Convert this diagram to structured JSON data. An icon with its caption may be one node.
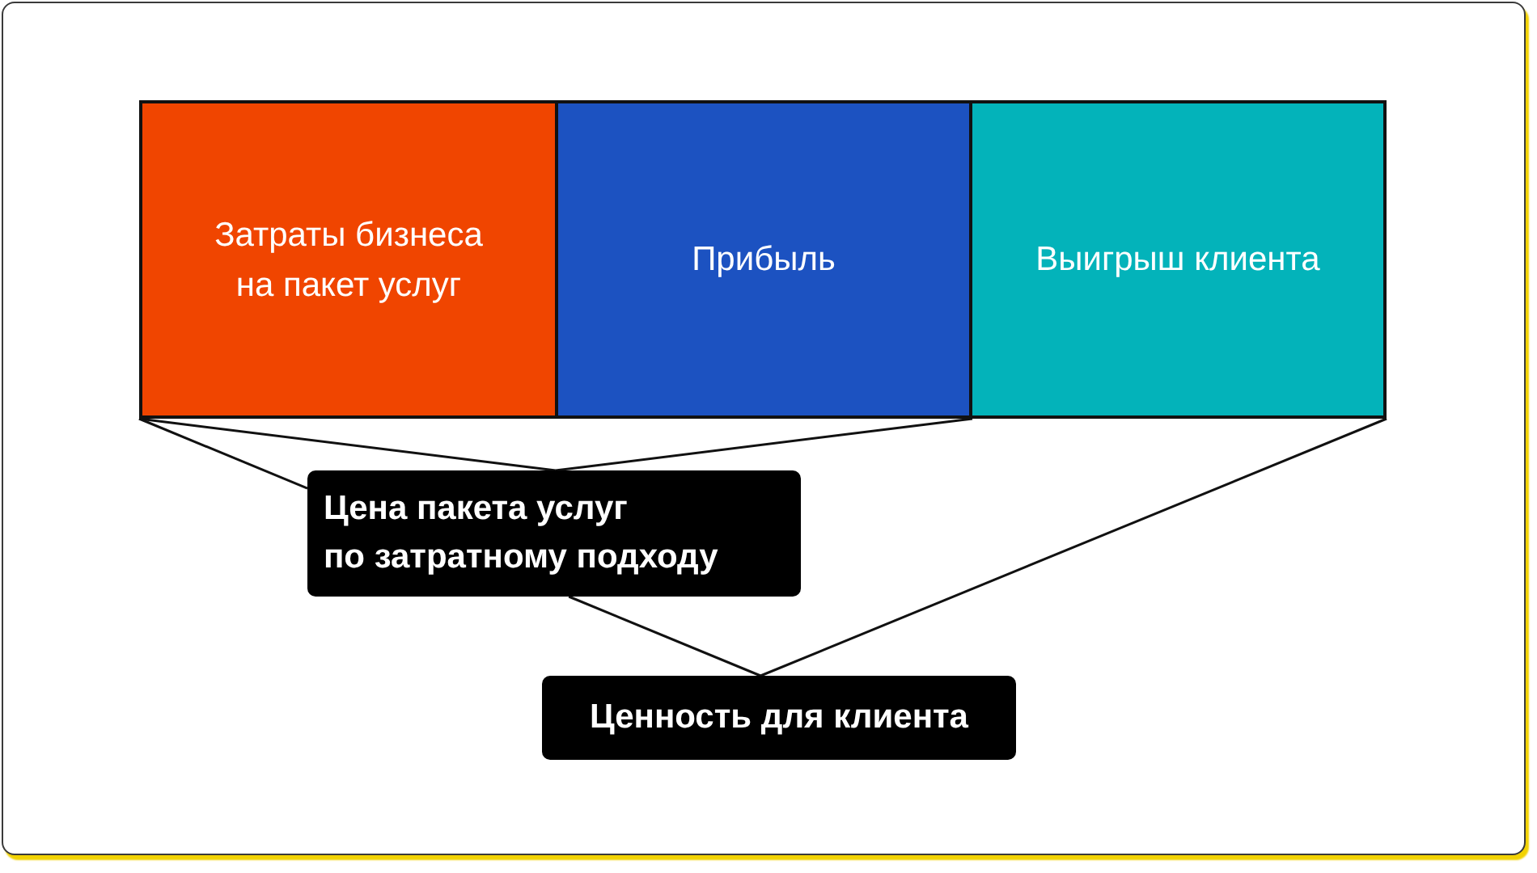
{
  "diagram": {
    "nodes": [
      {
        "text": [
          "Затраты бизнеса на пакет услуг"
        ]
      },
      {
        "text": [
          "Прибыль"
        ]
      },
      {
        "text": [
          "Выигрыш клиента"
        ]
      },
      {
        "text": [
          "Цена пакета услуг по затратному подходу"
        ]
      },
      {
        "text": [
          "Ценность для клиента"
        ]
      }
    ],
    "edges": [
      {
        "from": 0,
        "to": 3,
        "arrow": "none"
      },
      {
        "from": 1,
        "to": 3,
        "arrow": "none"
      },
      {
        "from": 0,
        "to": 3,
        "arrow": "none"
      },
      {
        "from": 3,
        "to": 4,
        "arrow": "none"
      },
      {
        "from": 2,
        "to": 4,
        "arrow": "none"
      }
    ]
  }
}
